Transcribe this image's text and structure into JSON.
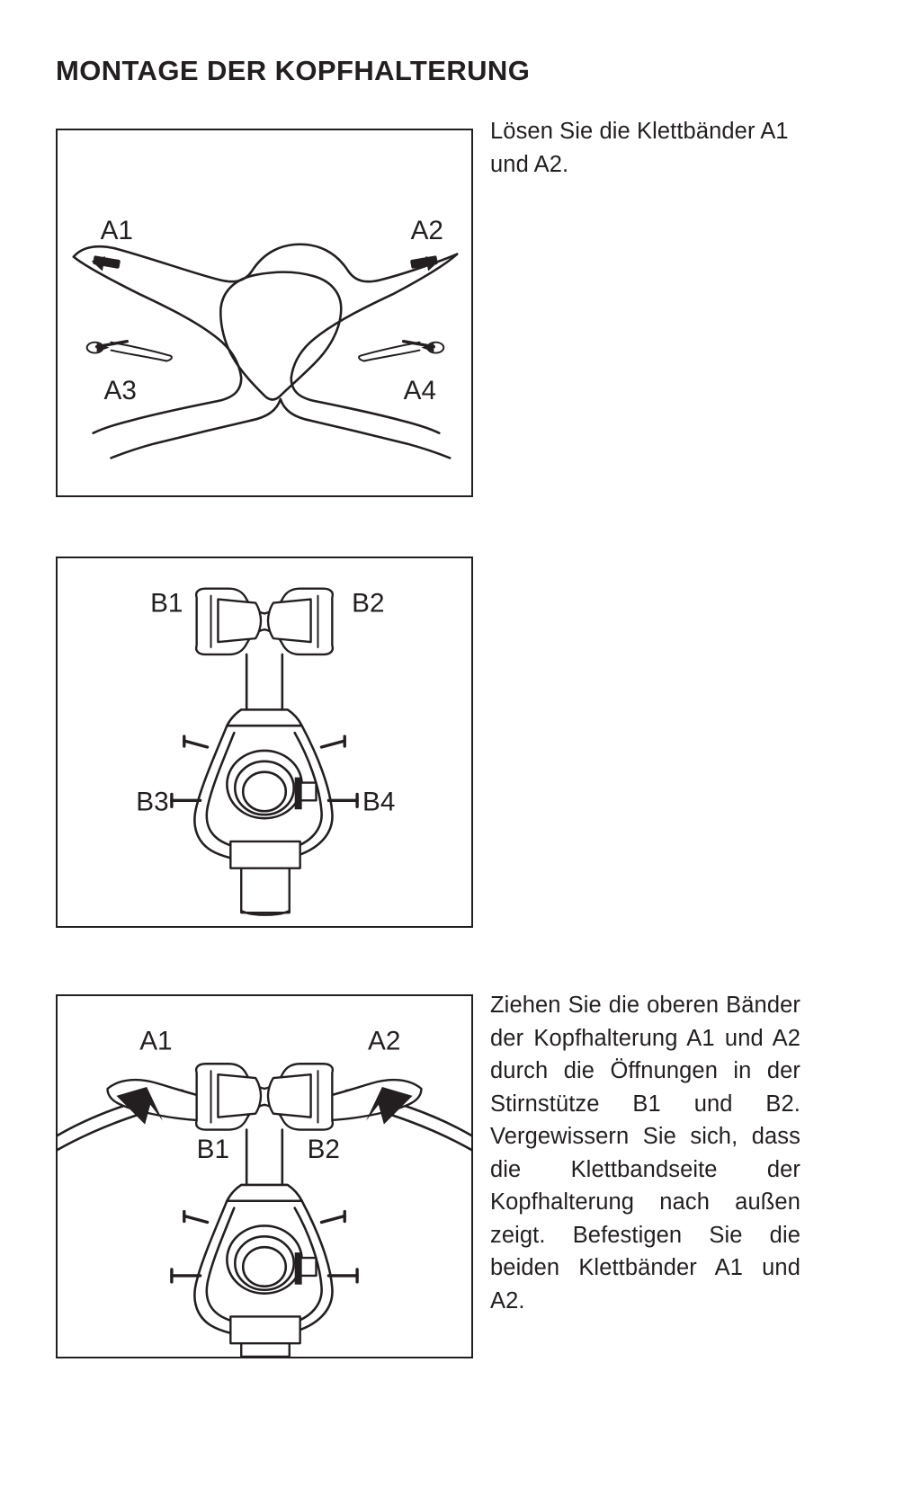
{
  "document": {
    "title": "MONTAGE DER KOPFHALTERUNG",
    "language": "de",
    "background_color": "#ffffff",
    "ink_color": "#231f20"
  },
  "steps": [
    {
      "id": "step-1",
      "figure": {
        "name": "headgear-straps-figure",
        "caption_labels": [
          "A1",
          "A2",
          "A3",
          "A4"
        ],
        "description": "Kopfhalterung mit vier Klettbändern"
      },
      "text": "Lösen Sie die Klettbänder A1 und A2."
    },
    {
      "id": "step-2",
      "figure": {
        "name": "mask-forehead-support-figure",
        "caption_labels": [
          "B1",
          "B2",
          "B3",
          "B4"
        ],
        "description": "Maske mit Stirnstütze und seitlichen Clips"
      },
      "text": ""
    },
    {
      "id": "step-3",
      "figure": {
        "name": "assembled-headgear-figure",
        "caption_labels": [
          "A1",
          "A2",
          "B1",
          "B2"
        ],
        "description": "Bänder durch die Öffnungen der Stirnstütze gezogen"
      },
      "text": "Ziehen Sie die oberen Bänder der Kopfhalterung A1 und A2 durch die Öffnungen in der Stirnstütze B1 und B2. Vergewissern Sie sich, dass die Klettbandseite der Kopfhalterung nach außen zeigt. Befestigen Sie die beiden Klettbänder A1 und A2."
    }
  ],
  "figure_1_labels": {
    "a1": "A1",
    "a2": "A2",
    "a3": "A3",
    "a4": "A4"
  },
  "figure_2_labels": {
    "b1": "B1",
    "b2": "B2",
    "b3": "B3",
    "b4": "B4"
  },
  "figure_3_labels": {
    "a1": "A1",
    "a2": "A2",
    "b1": "B1",
    "b2": "B2"
  }
}
